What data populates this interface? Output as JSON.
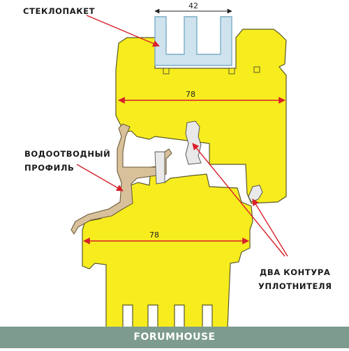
{
  "labels": {
    "glass_unit": "СТЕКЛОПАКЕТ",
    "drain_profile_line1": "ВОДООТВОДНЫЙ",
    "drain_profile_line2": "ПРОФИЛЬ",
    "seals_line1": "ДВА КОНТУРА",
    "seals_line2": "УПЛОТНИТЕЛЯ"
  },
  "dimensions": {
    "glass_width": "42",
    "sash_width": "78",
    "frame_width": "78"
  },
  "footer": {
    "brand": "FORUMHOUSE"
  },
  "colors": {
    "profile": "#f7ec1e",
    "outline": "#5a5a2a",
    "glass": "#cfe3ee",
    "glass_edge": "#7aaec6",
    "drain_profile": "#d8c19a",
    "seal": "#e9e9e9",
    "leader": "#d8202a",
    "footer_bg": "#7d9b8e"
  }
}
